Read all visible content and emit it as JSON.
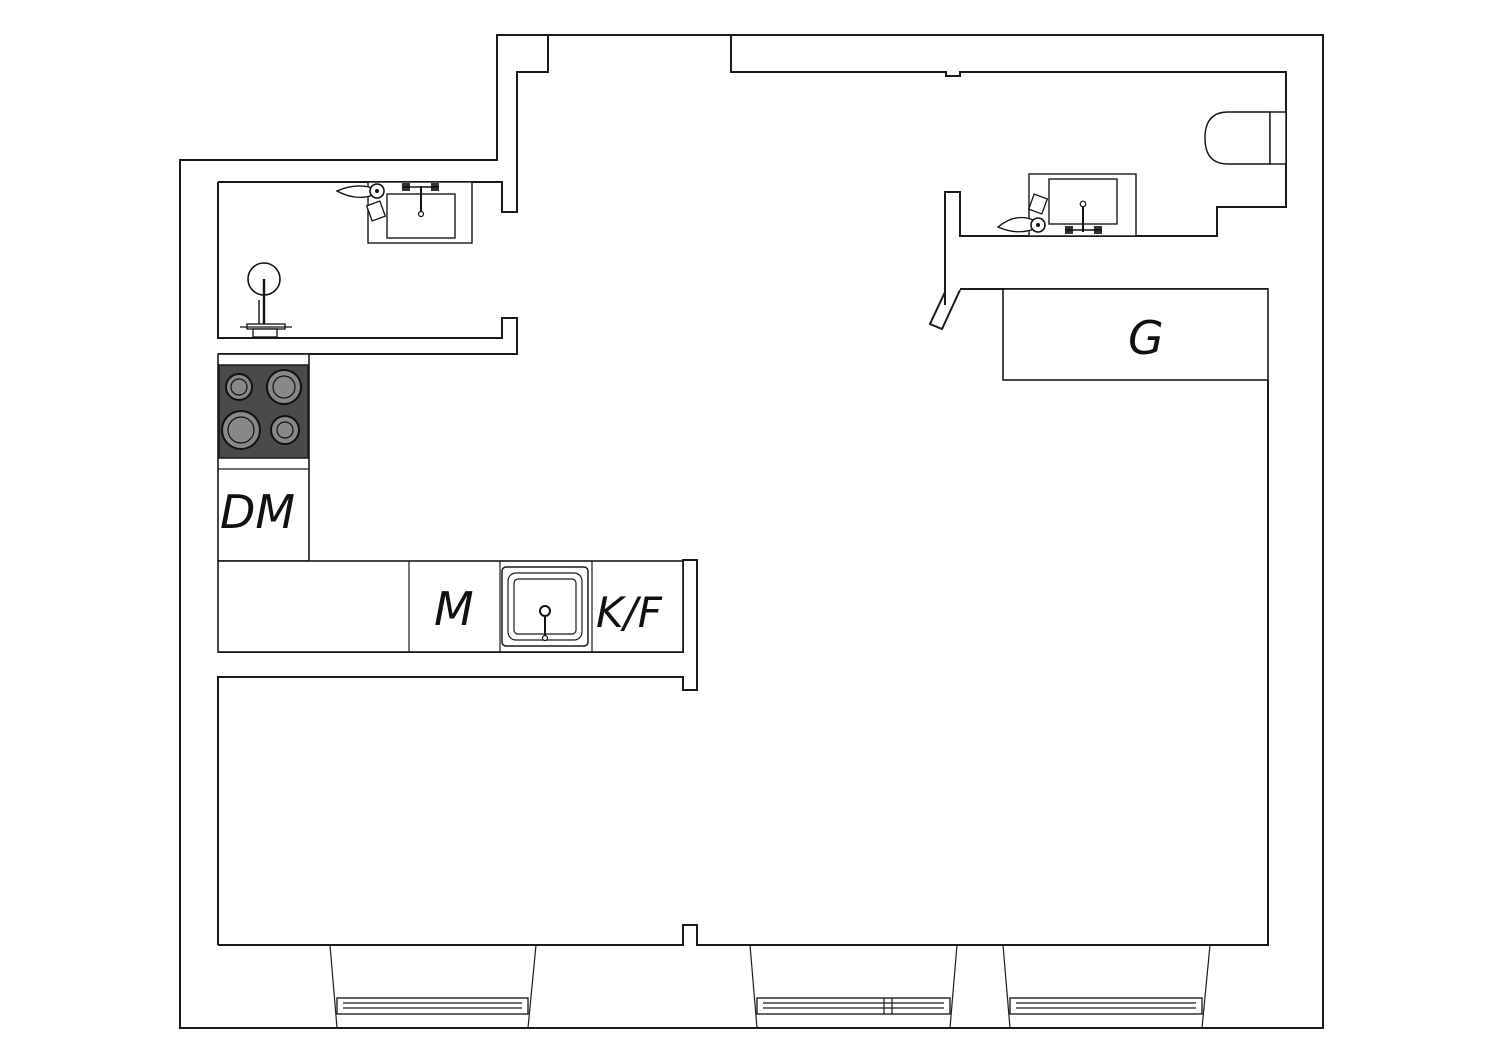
{
  "colors": {
    "background": "#ffffff",
    "line": "#1a1a1a",
    "hob": "#4a4a4a",
    "burner": "#888888"
  },
  "labels": {
    "dishwasher": "DM",
    "microwave": "M",
    "fridge_freezer": "K/F",
    "wardrobe": "G"
  },
  "icons": {
    "hob": "hob-icon",
    "kitchen_sink": "kitchen-sink-icon",
    "bath_basin": "washbasin-icon",
    "bath_toilet": "toilet-icon",
    "shower": "shower-icon",
    "bath2_basin": "washbasin-icon",
    "bath2_toilet": "toilet-icon"
  }
}
